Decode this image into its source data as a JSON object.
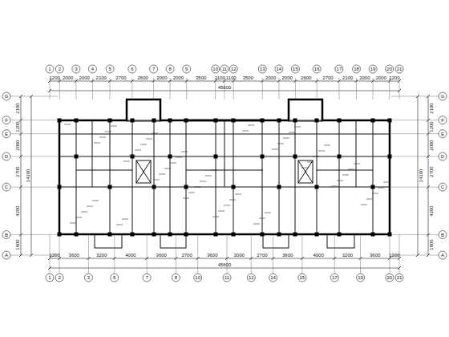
{
  "diagram": {
    "labels": [
      "1",
      "2",
      "3",
      "4",
      "5",
      "6",
      "7",
      "8",
      "9",
      "10",
      "11",
      "12",
      "13",
      "14",
      "15",
      "16",
      "17",
      "18",
      "19",
      "20",
      "21",
      "1200",
      "2000",
      "2000",
      "2100",
      "2700",
      "2600",
      "2000",
      "2000",
      "3500",
      "1100",
      "1100",
      "3500",
      "2000",
      "2000",
      "2600",
      "2700",
      "2100",
      "2000",
      "2000",
      "1200",
      "45600",
      "1200",
      "3600",
      "3200",
      "4000",
      "3600",
      "2700",
      "3600",
      "3000",
      "2700",
      "3600",
      "4000",
      "3200",
      "3600",
      "1200",
      "45600",
      "1",
      "2",
      "3",
      "5",
      "7",
      "8",
      "10",
      "11",
      "12",
      "14",
      "15",
      "17",
      "19",
      "20",
      "21",
      "G",
      "F",
      "E",
      "D",
      "C",
      "B",
      "A",
      "2100",
      "1200",
      "2000",
      "2700",
      "4200",
      "1800",
      "14300",
      "G",
      "F",
      "E",
      "D",
      "C",
      "B",
      "A",
      "2100",
      "1200",
      "2000",
      "2700",
      "4200",
      "1800",
      "14300"
    ]
  }
}
